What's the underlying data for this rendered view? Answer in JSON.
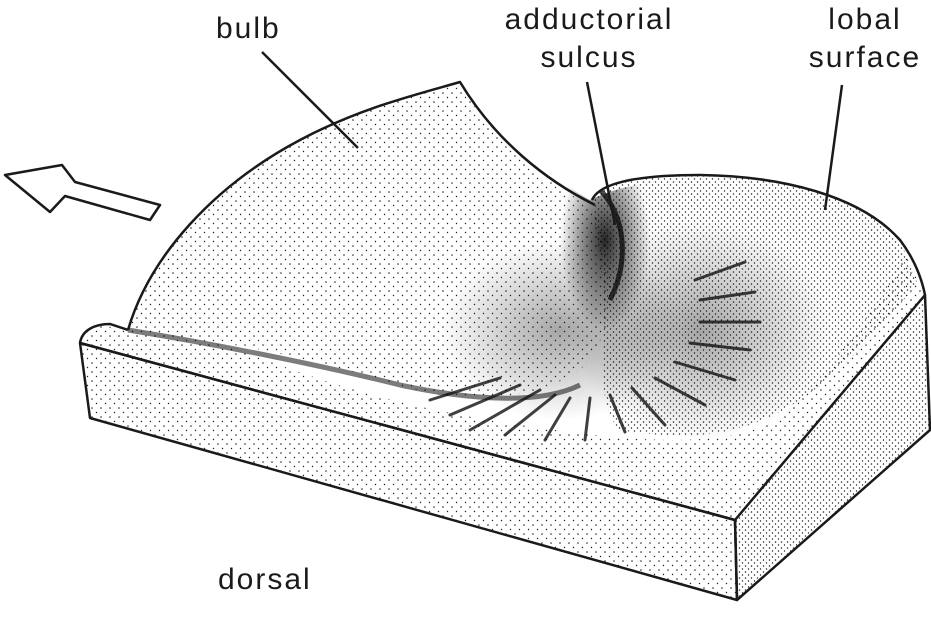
{
  "labels": {
    "bulb": "bulb",
    "adductorial_line1": "adductorial",
    "adductorial_line2": "sulcus",
    "lobal_line1": "lobal",
    "lobal_line2": "surface",
    "dorsal": "dorsal"
  },
  "colors": {
    "ink": "#1a1a1a",
    "background": "#ffffff"
  },
  "icons": {
    "direction_arrow": "left-up-arrow-icon"
  }
}
